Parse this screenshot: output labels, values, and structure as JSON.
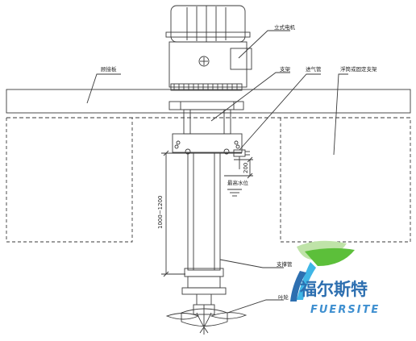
{
  "labels": {
    "motor": "立式电机",
    "bracket": "支架",
    "air_inlet": "进气管",
    "float_bracket": "浮筒或固定支架",
    "connecting_plate": "顾接板",
    "max_water_level": "最高水位",
    "support_tube": "支撑管",
    "impeller": "叶轮"
  },
  "dimensions": {
    "vertical_range": "1000~1200",
    "offset": "200"
  },
  "logo": {
    "cn": "福尔斯特",
    "en": "FUERSITE"
  },
  "colors": {
    "line": "#3a3a3a",
    "logo_blue": "#2d6fb0",
    "logo_green": "#5cbf3a",
    "logo_cyan": "#3fb6e6"
  }
}
